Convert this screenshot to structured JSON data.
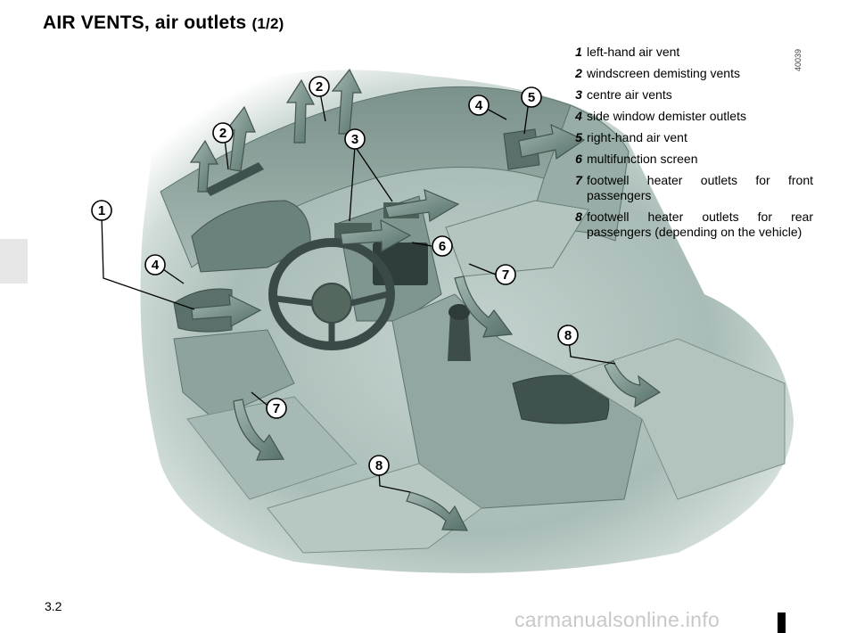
{
  "page": {
    "title_main": "AIR VENTS, air outlets",
    "title_sub": "(1/2)",
    "page_number": "3.2",
    "reference_code": "40039",
    "watermark": "carmanualsonline.info"
  },
  "legend": [
    {
      "num": "1",
      "text": "left-hand air vent"
    },
    {
      "num": "2",
      "text": "windscreen demisting vents"
    },
    {
      "num": "3",
      "text": "centre air vents"
    },
    {
      "num": "4",
      "text": "side window demister outlets"
    },
    {
      "num": "5",
      "text": "right-hand air vent"
    },
    {
      "num": "6",
      "text": "multifunction screen"
    },
    {
      "num": "7",
      "text": "footwell heater outlets for front passengers"
    },
    {
      "num": "8",
      "text": "footwell heater outlets for rear passengers (depending on the vehicle)"
    }
  ],
  "callouts": {
    "c1": "1",
    "c2a": "2",
    "c2b": "2",
    "c3": "3",
    "c4a": "4",
    "c4b": "4",
    "c5": "5",
    "c6": "6",
    "c7a": "7",
    "c7b": "7",
    "c8a": "8",
    "c8b": "8"
  },
  "colors": {
    "illustration_base": "#8fa8a2",
    "illustration_light": "#d9e4e0",
    "illustration_dark": "#4d615c",
    "arrow_fill": "#6f8781"
  }
}
